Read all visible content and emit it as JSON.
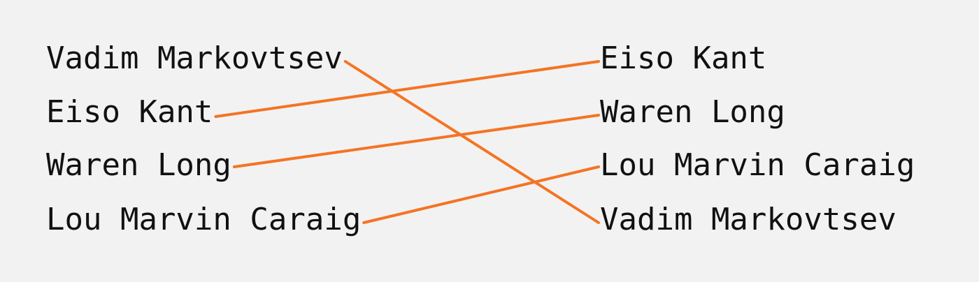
{
  "left_column": [
    "Vadim Markovtsev",
    "Eiso Kant",
    "Waren Long",
    "Lou Marvin Caraig"
  ],
  "right_column": [
    "Eiso Kant",
    "Waren Long",
    "Lou Marvin Caraig",
    "Vadim Markovtsev"
  ],
  "links": [
    {
      "from": 0,
      "to": 3
    },
    {
      "from": 1,
      "to": 0
    },
    {
      "from": 2,
      "to": 1
    },
    {
      "from": 3,
      "to": 2
    }
  ],
  "colors": {
    "background": "#f2f2f2",
    "text": "#111111",
    "link": "#f47424"
  }
}
